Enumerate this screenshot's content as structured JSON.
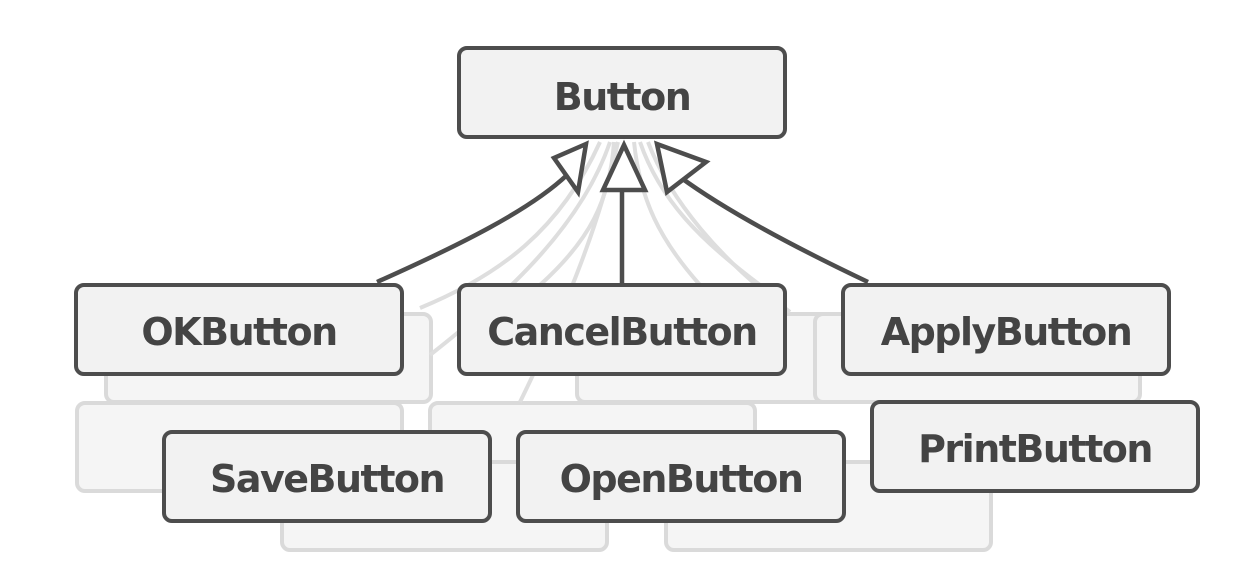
{
  "diagram": {
    "base_class": "Button",
    "subclasses": [
      "OKButton",
      "CancelButton",
      "ApplyButton"
    ],
    "extra_subclasses": [
      "SaveButton",
      "OpenButton",
      "PrintButton"
    ]
  },
  "colors": {
    "box_fill": "#f2f2f2",
    "box_stroke": "#4d4d4d",
    "ghost_stroke": "#dadada",
    "text": "#444444"
  }
}
